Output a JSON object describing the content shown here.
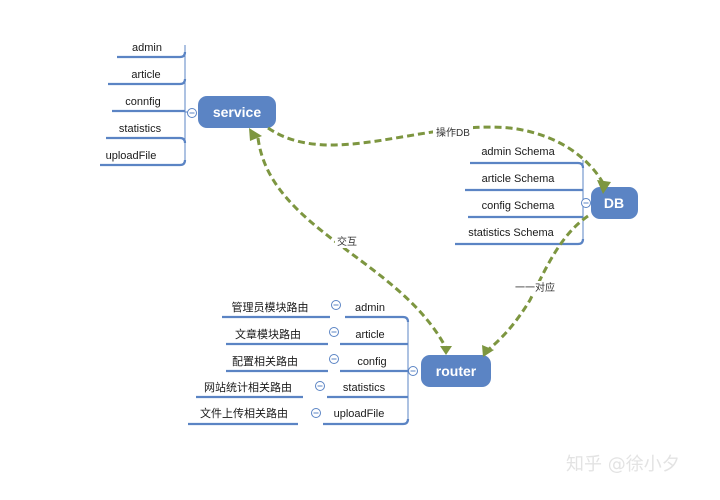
{
  "nodes": {
    "service": "service",
    "db": "DB",
    "router": "router"
  },
  "service_children": [
    "admin",
    "article",
    "connfig",
    "statistics",
    "uploadFile"
  ],
  "db_children": [
    "admin Schema",
    "article Schema",
    "config Schema",
    "statistics Schema"
  ],
  "router_children": [
    {
      "label": "管理员模块路由",
      "module": "admin"
    },
    {
      "label": "文章模块路由",
      "module": "article"
    },
    {
      "label": "配置相关路由",
      "module": "config"
    },
    {
      "label": "网站统计相关路由",
      "module": "statistics"
    },
    {
      "label": "文件上传相关路由",
      "module": "uploadFile"
    }
  ],
  "edges": {
    "service_db": "操作DB",
    "service_router": "交互",
    "db_router": "一一对应"
  },
  "collapse_symbol": "⊖",
  "watermark": "知乎 @徐小夕",
  "colors": {
    "node_fill": "#5b84c4",
    "connector": "#5b84c4",
    "dashed_edge": "#7d9640"
  }
}
